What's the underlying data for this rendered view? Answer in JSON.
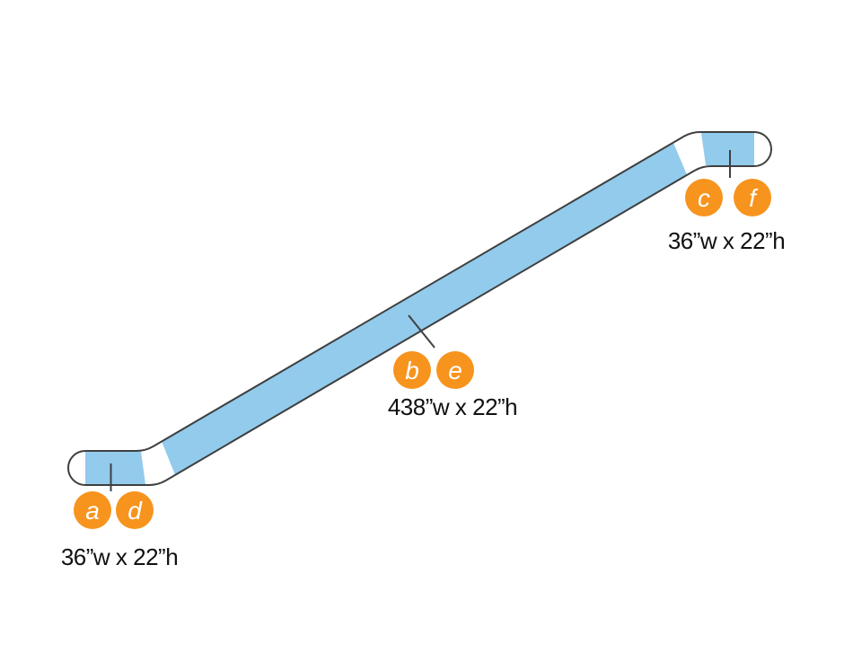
{
  "diagram": {
    "kind": "escalator-handrail-ad-panels",
    "background": "#ffffff",
    "colors": {
      "panel_blue": "#92CBEC",
      "outline": "#3f3f3f",
      "badge_orange": "#F7941E",
      "badge_letter": "#ffffff",
      "label_text": "#111111"
    },
    "sections": [
      {
        "name": "lower-landing",
        "badges": [
          "a",
          "d"
        ],
        "dimension": "36”w x 22”h"
      },
      {
        "name": "incline",
        "badges": [
          "b",
          "e"
        ],
        "dimension": "438”w x 22”h"
      },
      {
        "name": "upper-landing",
        "badges": [
          "c",
          "f"
        ],
        "dimension": "36”w x 22”h"
      }
    ]
  }
}
